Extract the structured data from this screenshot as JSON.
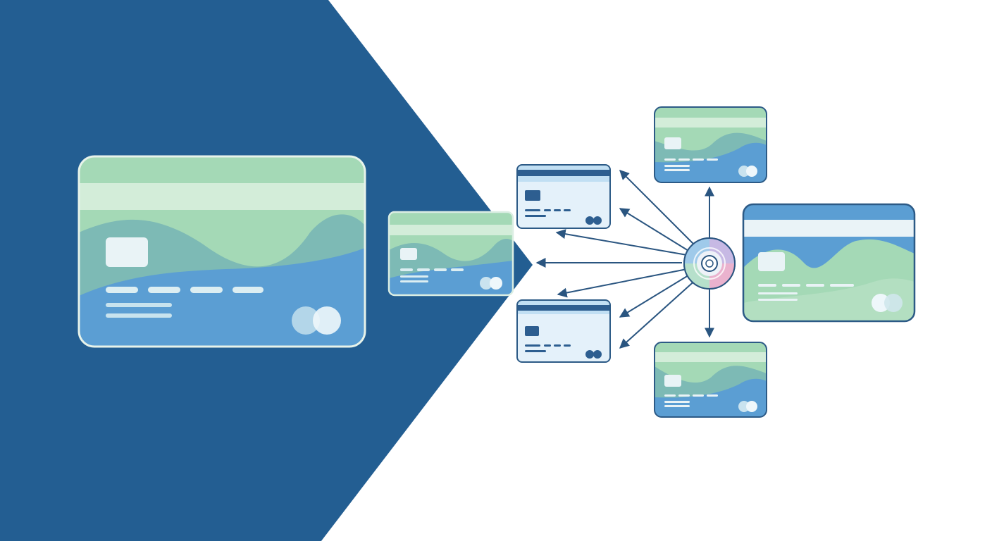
{
  "colors": {
    "background": "#ffffff",
    "chevron": "#235e92",
    "card_green": "#a4d9b6",
    "card_green_light": "#d3edd9",
    "card_teal": "#7dbab5",
    "card_blue": "#5b9ed3",
    "card_blue_light": "#e4f1fa",
    "card_stripe": "#2d5e90",
    "card_outline": "#2c5a86",
    "chip": "#e9f3f6",
    "arrow": "#2a5580",
    "hub_ring_pink": "#e9a7c7",
    "hub_ring_purple": "#b9a6de",
    "hub_ring_green": "#a8dbbf",
    "hub_ring_blue": "#8bbfe6"
  },
  "icons": {
    "hub": "radial-hub-icon",
    "card_logo": "overlapping-circles-logo-icon",
    "arrow": "arrowhead-icon"
  },
  "cards": {
    "large_source": {
      "style": "wave"
    },
    "relay": {
      "style": "wave"
    },
    "mini_top": {
      "style": "stripe"
    },
    "mini_bottom": {
      "style": "stripe"
    },
    "top_right": {
      "style": "wave"
    },
    "large_right": {
      "style": "wave-inverse"
    },
    "bottom_right": {
      "style": "wave"
    }
  }
}
